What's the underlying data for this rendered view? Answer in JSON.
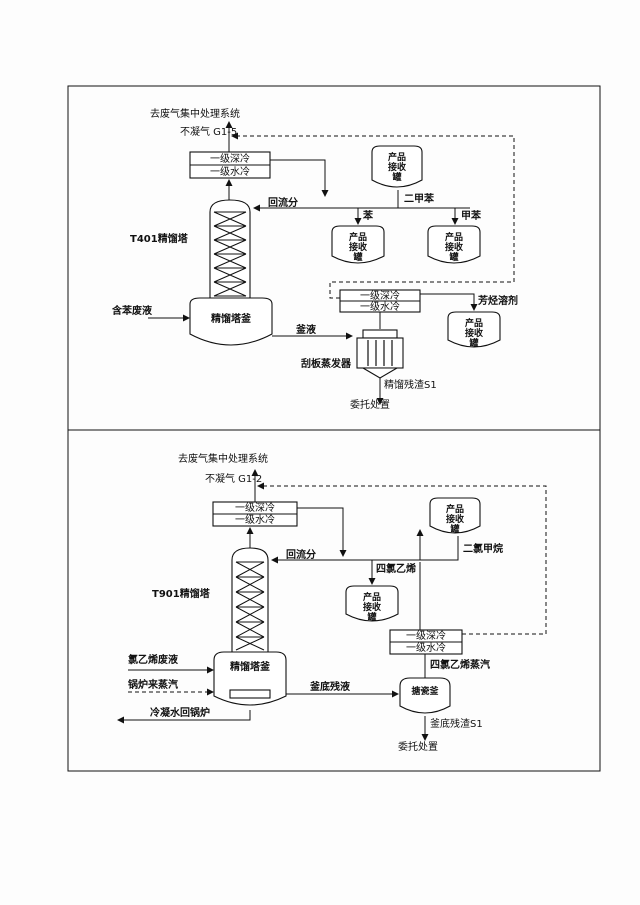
{
  "top": {
    "waste_gas_dest": "去废气集中处理系统",
    "noncond_gas": "不凝气 G1-5",
    "condenser_deep": "一级深冷",
    "condenser_water": "一级水冷",
    "reflux": "回流分",
    "column_label": "T401精馏塔",
    "kettle": "精馏塔釜",
    "feed": "含苯废液",
    "kettle_liquid": "釜液",
    "evaporator": "刮板蒸发器",
    "residue": "精馏残渣S1",
    "disposal": "委托处置",
    "benzene": "苯",
    "toluene": "甲苯",
    "xylene": "二甲苯",
    "aromatic_solvent": "芳烃溶剂",
    "condenser2_deep": "一级深冷",
    "condenser2_water": "一级水冷",
    "tank_line1": "产品",
    "tank_line2": "接收",
    "tank_line3": "罐"
  },
  "bottom": {
    "waste_gas_dest": "去废气集中处理系统",
    "noncond_gas": "不凝气 G1-2",
    "condenser_deep": "一级深冷",
    "condenser_water": "一级水冷",
    "reflux": "回流分",
    "column_label": "T901精馏塔",
    "kettle": "精馏塔釜",
    "feed": "氯乙烯废液",
    "steam": "锅炉来蒸汽",
    "condensate_return": "冷凝水回锅炉",
    "kettle_residue": "釜底残液",
    "evap_kettle": "搪瓷釜",
    "dichloromethane": "二氯甲烷",
    "tetrachloroethylene": "四氯乙烯",
    "tce_vapor": "四氯乙烯蒸汽",
    "condenser2_deep": "一级深冷",
    "condenser2_water": "一级水冷",
    "residue": "釜底残渣S1",
    "disposal": "委托处置",
    "tank_line1": "产品",
    "tank_line2": "接收",
    "tank_line3": "罐"
  }
}
